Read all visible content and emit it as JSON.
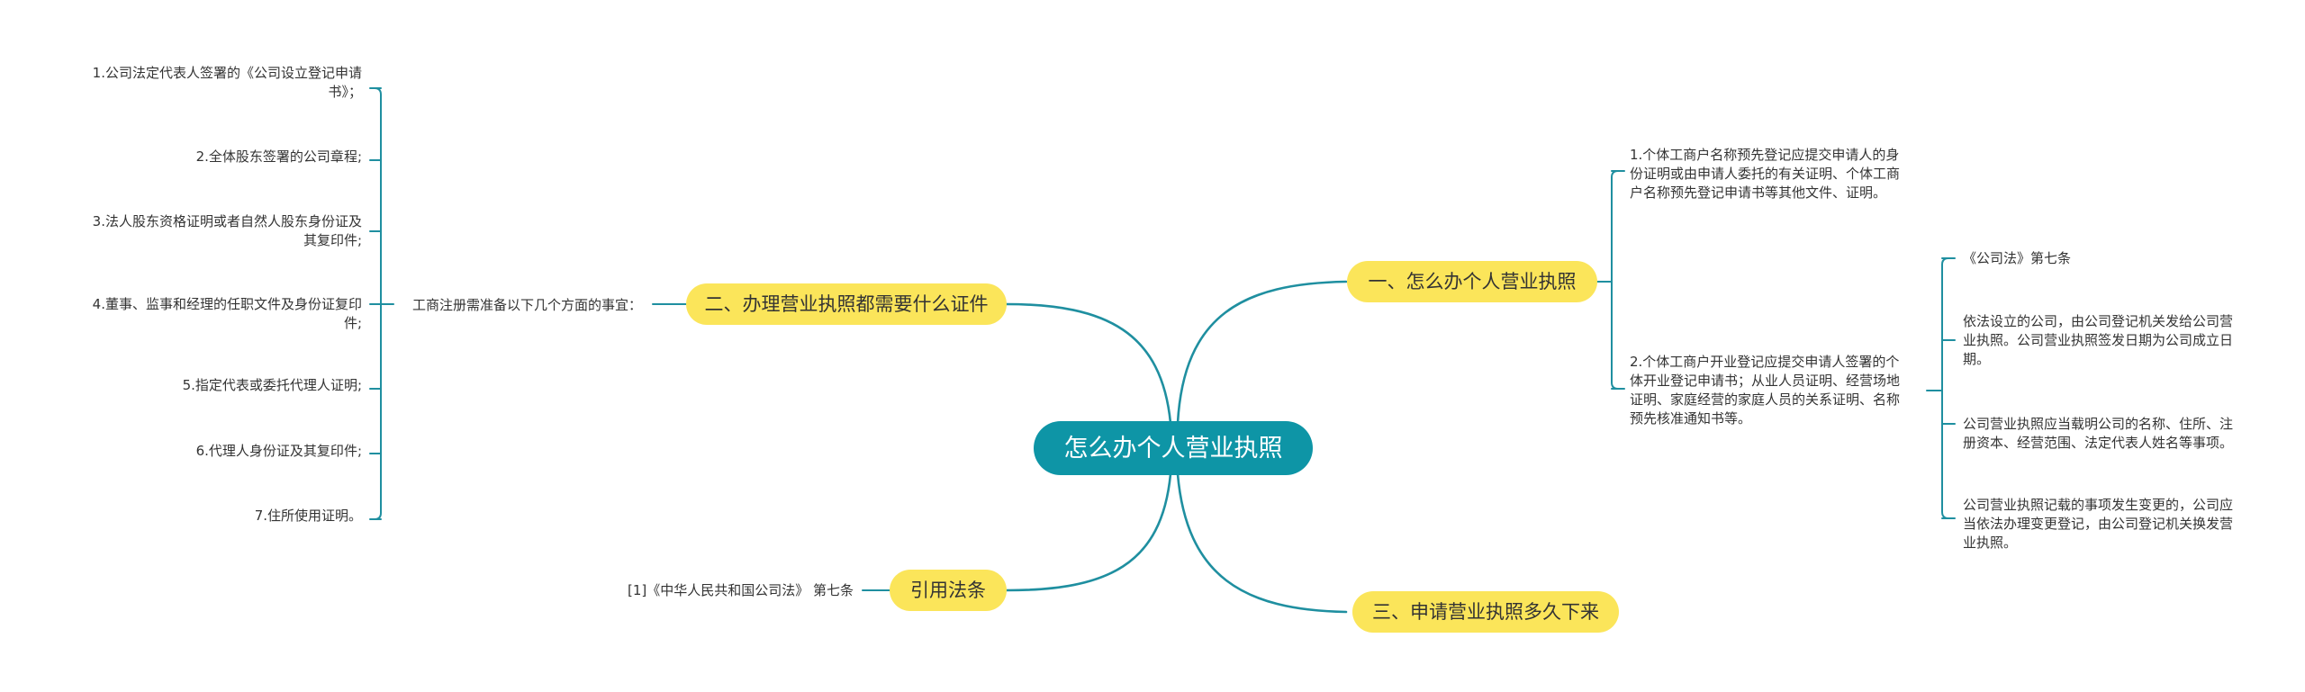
{
  "colors": {
    "line": "#1f8fa0",
    "root_fill": "#0e95a6",
    "branch_fill": "#fbe55a",
    "text": "#333333"
  },
  "root": {
    "text": "怎么办个人营业执照"
  },
  "branches": {
    "b1": {
      "label": "一、怎么办个人营业执照",
      "items": [
        [
          "1.个体工商户名称预先登记应提交申请人的身",
          "份证明或由申请人委托的有关证明、个体工商",
          "户名称预先登记申请书等其他文件、证明。"
        ],
        [
          "2.个体工商户开业登记应提交申请人签署的个",
          "体开业登记申请书；从业人员证明、经营场地",
          "证明、家庭经营的家庭人员的关系证明、名称",
          "预先核准通知书等。"
        ]
      ],
      "sub_items": [
        [
          "《公司法》第七条"
        ],
        [
          "依法设立的公司，由公司登记机关发给公司营",
          "业执照。公司营业执照签发日期为公司成立日",
          "期。"
        ],
        [
          "公司营业执照应当载明公司的名称、住所、注",
          "册资本、经营范围、法定代表人姓名等事项。"
        ],
        [
          "公司营业执照记载的事项发生变更的，公司应",
          "当依法办理变更登记，由公司登记机关换发营",
          "业执照。"
        ]
      ]
    },
    "b2": {
      "label": "二、办理营业执照都需要什么证件",
      "mid": "工商注册需准备以下几个方面的事宜：",
      "items": [
        [
          "1.公司法定代表人签署的《公司设立登记申请",
          "书》；"
        ],
        [
          "2.全体股东签署的公司章程;"
        ],
        [
          "3.法人股东资格证明或者自然人股东身份证及",
          "其复印件;"
        ],
        [
          "4.董事、监事和经理的任职文件及身份证复印",
          "件;"
        ],
        [
          "5.指定代表或委托代理人证明;"
        ],
        [
          "6.代理人身份证及其复印件;"
        ],
        [
          "7.住所使用证明。"
        ]
      ]
    },
    "b3": {
      "label": "三、申请营业执照多久下来"
    },
    "b4": {
      "label": "引用法条",
      "items": [
        [
          "[1]《中华人民共和国公司法》 第七条"
        ]
      ]
    }
  }
}
